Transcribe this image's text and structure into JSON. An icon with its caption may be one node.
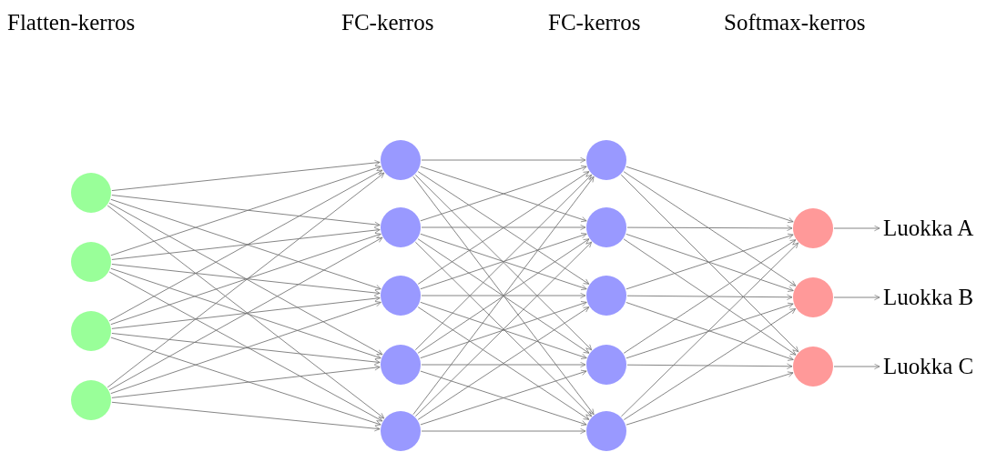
{
  "diagram": {
    "nodes": [
      {
        "text": [],
        "shape": "circle"
      },
      {
        "text": [],
        "shape": "circle"
      },
      {
        "text": [],
        "shape": "circle"
      },
      {
        "text": [],
        "shape": "circle"
      },
      {
        "text": [],
        "shape": "circle"
      },
      {
        "text": [],
        "shape": "circle"
      },
      {
        "text": [],
        "shape": "circle"
      },
      {
        "text": [],
        "shape": "circle"
      },
      {
        "text": [],
        "shape": "circle"
      },
      {
        "text": [],
        "shape": "circle"
      },
      {
        "text": [],
        "shape": "circle"
      },
      {
        "text": [],
        "shape": "circle"
      },
      {
        "text": [],
        "shape": "circle"
      },
      {
        "text": [],
        "shape": "circle"
      },
      {
        "text": [],
        "shape": "circle"
      },
      {
        "text": [],
        "shape": "circle"
      },
      {
        "text": [],
        "shape": "circle"
      },
      {
        "text": [
          "Luokka A"
        ]
      },
      {
        "text": [
          "Luokka B"
        ]
      },
      {
        "text": [
          "Luokka C"
        ]
      }
    ],
    "edges": [
      {
        "from": 0,
        "to": 4,
        "arrow": "to"
      },
      {
        "from": 0,
        "to": 5,
        "arrow": "to"
      },
      {
        "from": 0,
        "to": 6,
        "arrow": "to"
      },
      {
        "from": 0,
        "to": 7,
        "arrow": "to"
      },
      {
        "from": 0,
        "to": 8,
        "arrow": "to"
      },
      {
        "from": 1,
        "to": 4,
        "arrow": "to"
      },
      {
        "from": 1,
        "to": 5,
        "arrow": "to"
      },
      {
        "from": 1,
        "to": 6,
        "arrow": "to"
      },
      {
        "from": 1,
        "to": 7,
        "arrow": "to"
      },
      {
        "from": 1,
        "to": 8,
        "arrow": "to"
      },
      {
        "from": 2,
        "to": 4,
        "arrow": "to"
      },
      {
        "from": 2,
        "to": 5,
        "arrow": "to"
      },
      {
        "from": 2,
        "to": 6,
        "arrow": "to"
      },
      {
        "from": 2,
        "to": 7,
        "arrow": "to"
      },
      {
        "from": 2,
        "to": 8,
        "arrow": "to"
      },
      {
        "from": 3,
        "to": 4,
        "arrow": "to"
      },
      {
        "from": 3,
        "to": 5,
        "arrow": "to"
      },
      {
        "from": 3,
        "to": 6,
        "arrow": "to"
      },
      {
        "from": 3,
        "to": 7,
        "arrow": "to"
      },
      {
        "from": 3,
        "to": 8,
        "arrow": "to"
      },
      {
        "from": 4,
        "to": 9,
        "arrow": "to"
      },
      {
        "from": 4,
        "to": 10,
        "arrow": "to"
      },
      {
        "from": 4,
        "to": 11,
        "arrow": "to"
      },
      {
        "from": 4,
        "to": 12,
        "arrow": "to"
      },
      {
        "from": 4,
        "to": 13,
        "arrow": "to"
      },
      {
        "from": 5,
        "to": 9,
        "arrow": "to"
      },
      {
        "from": 5,
        "to": 10,
        "arrow": "to"
      },
      {
        "from": 5,
        "to": 11,
        "arrow": "to"
      },
      {
        "from": 5,
        "to": 12,
        "arrow": "to"
      },
      {
        "from": 5,
        "to": 13,
        "arrow": "to"
      },
      {
        "from": 6,
        "to": 9,
        "arrow": "to"
      },
      {
        "from": 6,
        "to": 10,
        "arrow": "to"
      },
      {
        "from": 6,
        "to": 11,
        "arrow": "to"
      },
      {
        "from": 6,
        "to": 12,
        "arrow": "to"
      },
      {
        "from": 6,
        "to": 13,
        "arrow": "to"
      },
      {
        "from": 7,
        "to": 9,
        "arrow": "to"
      },
      {
        "from": 7,
        "to": 10,
        "arrow": "to"
      },
      {
        "from": 7,
        "to": 11,
        "arrow": "to"
      },
      {
        "from": 7,
        "to": 12,
        "arrow": "to"
      },
      {
        "from": 7,
        "to": 13,
        "arrow": "to"
      },
      {
        "from": 8,
        "to": 9,
        "arrow": "to"
      },
      {
        "from": 8,
        "to": 10,
        "arrow": "to"
      },
      {
        "from": 8,
        "to": 11,
        "arrow": "to"
      },
      {
        "from": 8,
        "to": 12,
        "arrow": "to"
      },
      {
        "from": 8,
        "to": 13,
        "arrow": "to"
      },
      {
        "from": 9,
        "to": 14,
        "arrow": "to"
      },
      {
        "from": 9,
        "to": 15,
        "arrow": "to"
      },
      {
        "from": 9,
        "to": 16,
        "arrow": "to"
      },
      {
        "from": 10,
        "to": 14,
        "arrow": "to"
      },
      {
        "from": 10,
        "to": 15,
        "arrow": "to"
      },
      {
        "from": 10,
        "to": 16,
        "arrow": "to"
      },
      {
        "from": 11,
        "to": 14,
        "arrow": "to"
      },
      {
        "from": 11,
        "to": 15,
        "arrow": "to"
      },
      {
        "from": 11,
        "to": 16,
        "arrow": "to"
      },
      {
        "from": 12,
        "to": 14,
        "arrow": "to"
      },
      {
        "from": 12,
        "to": 15,
        "arrow": "to"
      },
      {
        "from": 12,
        "to": 16,
        "arrow": "to"
      },
      {
        "from": 13,
        "to": 14,
        "arrow": "to"
      },
      {
        "from": 13,
        "to": 15,
        "arrow": "to"
      },
      {
        "from": 13,
        "to": 16,
        "arrow": "to"
      },
      {
        "from": 14,
        "to": 17,
        "arrow": "to"
      },
      {
        "from": 15,
        "to": 18,
        "arrow": "to"
      },
      {
        "from": 16,
        "to": 19,
        "arrow": "to"
      }
    ],
    "labels": [
      "Flatten-kerros",
      "FC-kerros",
      "FC-kerros",
      "Softmax-kerros"
    ]
  }
}
